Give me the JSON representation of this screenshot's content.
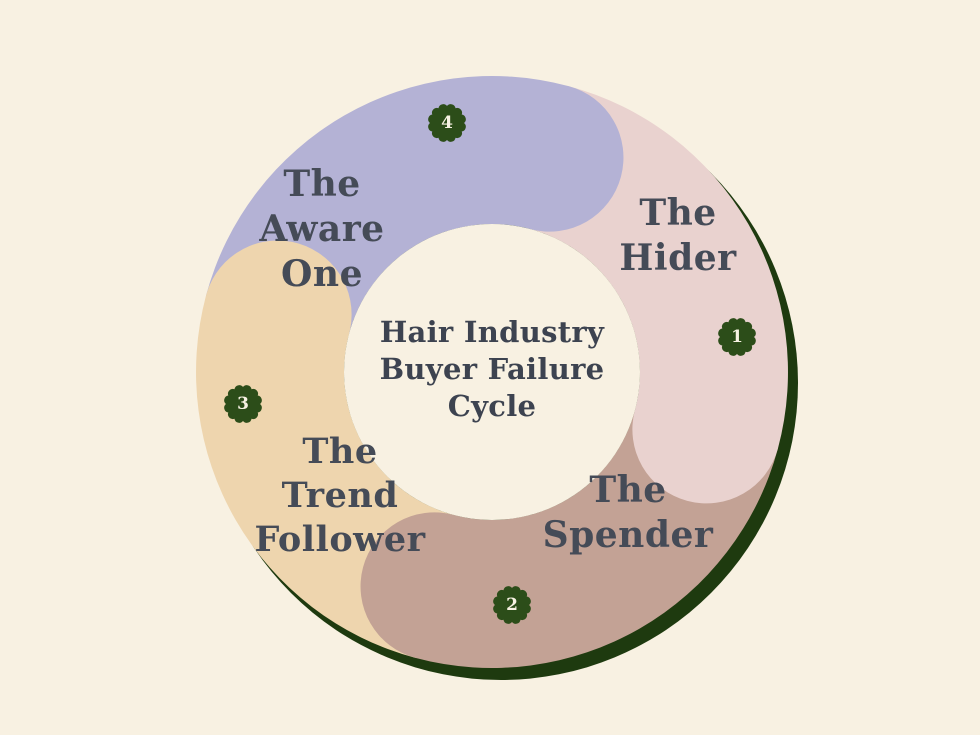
{
  "title": {
    "text": "Hair Industry\nBuyer Failure\nCycle"
  },
  "segments": [
    {
      "id": "hider",
      "label": "The\nHider",
      "number": "1",
      "color": "#e9d2cf"
    },
    {
      "id": "spender",
      "label": "The\nSpender",
      "number": "2",
      "color": "#c3a295"
    },
    {
      "id": "trend-follower",
      "label": "The\nTrend\nFollower",
      "number": "3",
      "color": "#eed5ae"
    },
    {
      "id": "aware-one",
      "label": "The\nAware\nOne",
      "number": "4",
      "color": "#b4b2d5"
    }
  ],
  "colors": {
    "background": "#f8f1e2",
    "shadow_green": "#1e3a0f",
    "badge_green": "#2c4d19",
    "label_text": "#454b57",
    "badge_text": "#f7f2e3"
  }
}
